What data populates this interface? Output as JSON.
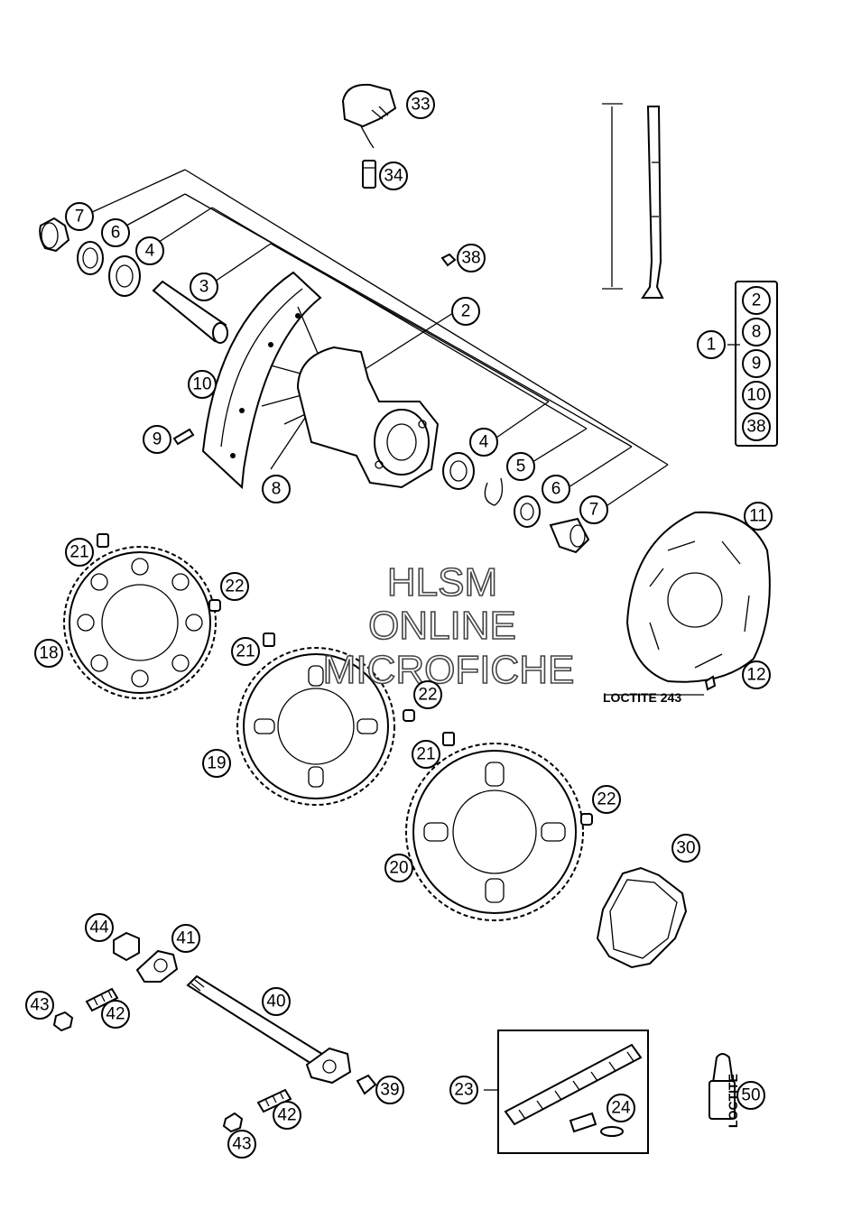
{
  "watermark": {
    "line1": "HLSM",
    "line2": "ONLINE",
    "line3": "MICROFICHE"
  },
  "annotations": {
    "loctite": "LOCTITE 243",
    "tube_text": "LOCTITE"
  },
  "callouts": {
    "c33": "33",
    "c34": "34",
    "c38": "38",
    "c7a": "7",
    "c6a": "6",
    "c4a": "4",
    "c3": "3",
    "c2": "2",
    "c10": "10",
    "c9": "9",
    "c8": "8",
    "c4b": "4",
    "c5": "5",
    "c6b": "6",
    "c7b": "7",
    "c11": "11",
    "c12": "12",
    "c21a": "21",
    "c22a": "22",
    "c18": "18",
    "c21b": "21",
    "c22b": "22",
    "c19": "19",
    "c21c": "21",
    "c22c": "22",
    "c20": "20",
    "c30": "30",
    "c44": "44",
    "c41": "41",
    "c43a": "43",
    "c42a": "42",
    "c40": "40",
    "c39": "39",
    "c42b": "42",
    "c43b": "43",
    "c23": "23",
    "c24": "24",
    "c50": "50"
  },
  "kit": {
    "label": "1",
    "items": [
      "2",
      "8",
      "9",
      "10",
      "38"
    ]
  }
}
